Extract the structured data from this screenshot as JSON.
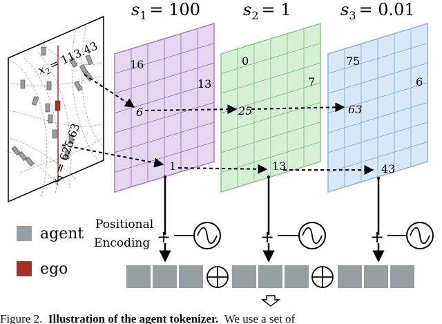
{
  "scales": [
    {
      "label": "s",
      "sub": "1",
      "value": "= 100",
      "color_fill": "#e7d6ef",
      "color_line": "#a87ac4",
      "cells": [
        "16",
        "13",
        "6",
        "1"
      ]
    },
    {
      "label": "s",
      "sub": "2",
      "value": "= 1",
      "color_fill": "#d7efd5",
      "color_line": "#86c882",
      "cells": [
        "0",
        "7",
        "25",
        "13"
      ]
    },
    {
      "label": "s",
      "sub": "3",
      "value": "= 0.01",
      "color_fill": "#d8e8f7",
      "color_line": "#86b3e0",
      "cells": [
        "75",
        "6",
        "63",
        "43"
      ]
    }
  ],
  "map": {
    "x2_label": "x",
    "x2_sub": "2",
    "x2_value": "= 113.43",
    "x1_label": "x",
    "x1_sub": "1",
    "x1_value": "= 625.63"
  },
  "positional_encoding": {
    "line1": "Positional",
    "line2": "Encoding",
    "plus_symbol": "+"
  },
  "legend": {
    "agent_label": "agent",
    "ego_label": "ego",
    "agent_color": "#949ea3",
    "ego_color": "#a8302b"
  },
  "token_colors": {
    "token": "#949ea3",
    "line": "#000000"
  },
  "caption": {
    "prefix": "Figure 2.",
    "bold": "Illustration of the agent tokenizer.",
    "rest": "We use a set of"
  }
}
